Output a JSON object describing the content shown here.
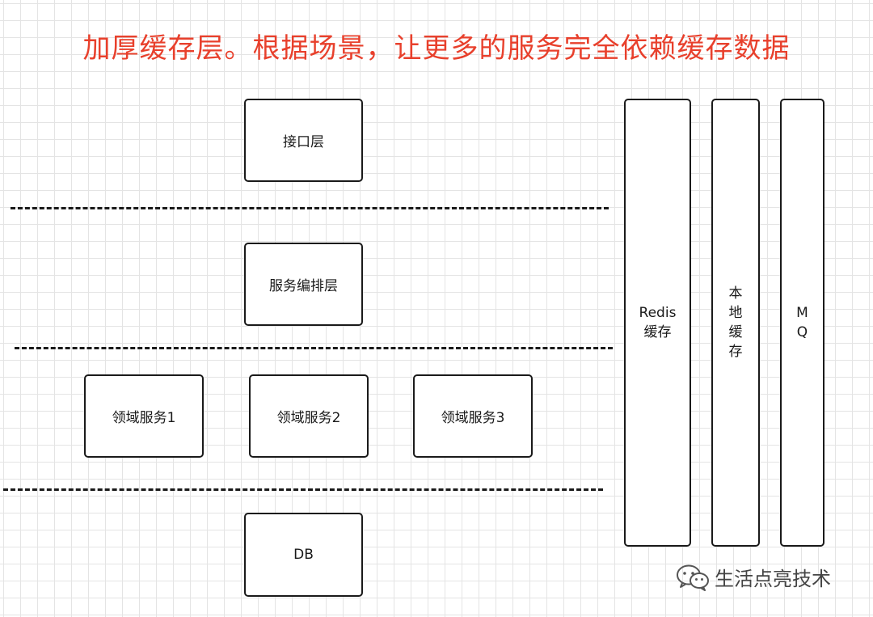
{
  "title": "加厚缓存层。根据场景，让更多的服务完全依赖缓存数据",
  "layers": {
    "interface": "接口层",
    "orchestration": "服务编排层",
    "domain_services": [
      "领域服务1",
      "领域服务2",
      "领域服务3"
    ],
    "db": "DB"
  },
  "side_columns": {
    "redis": "Redis\n缓存",
    "local_cache": "本地缓存",
    "mq": "MQ"
  },
  "watermark": "生活点亮技术",
  "colors": {
    "title": "#e8402c",
    "stroke": "#1a1a1a",
    "grid": "#e4e4e4"
  }
}
